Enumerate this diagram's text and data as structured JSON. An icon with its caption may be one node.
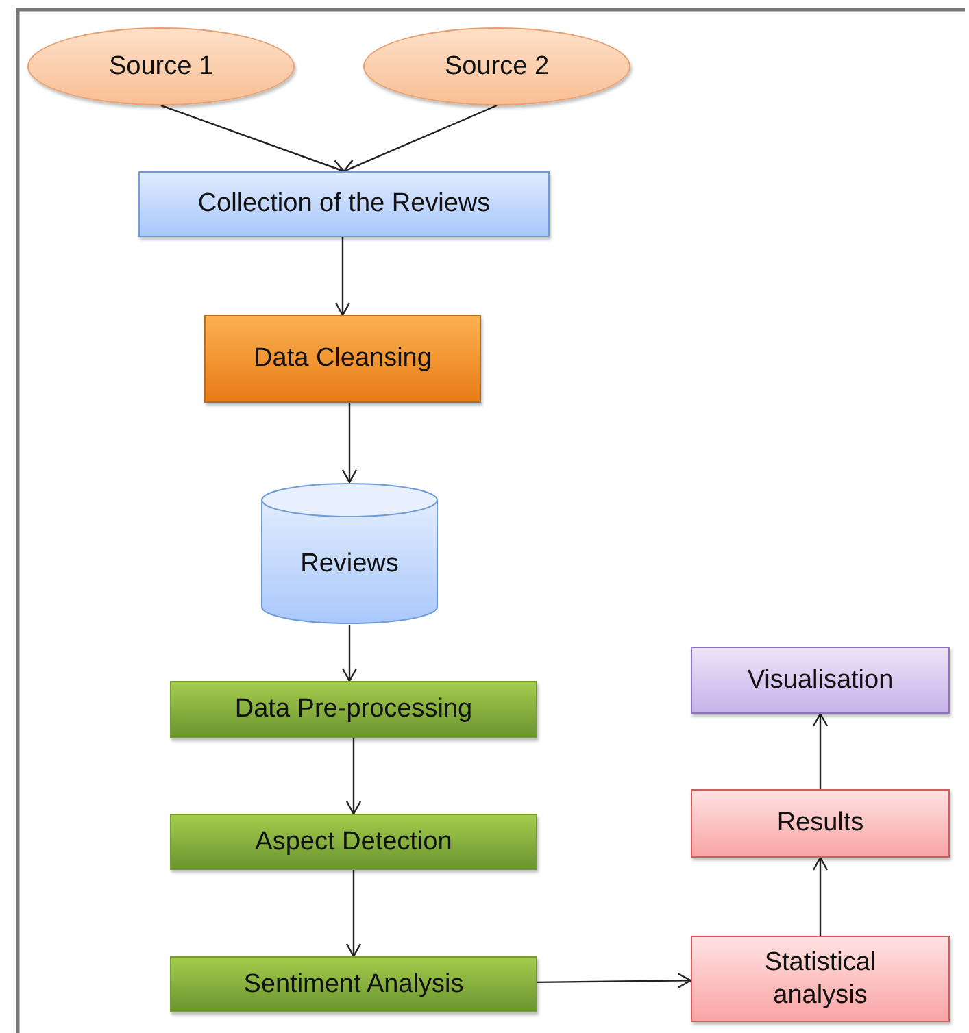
{
  "diagram": {
    "nodes": [
      {
        "text": [
          "Source 1"
        ]
      },
      {
        "text": [
          "Source 2"
        ]
      },
      {
        "text": [
          "Collection of the Reviews"
        ]
      },
      {
        "text": [
          "Data Cleansing"
        ]
      },
      {
        "text": [
          "Reviews"
        ]
      },
      {
        "text": [
          "Data Pre-processing"
        ]
      },
      {
        "text": [
          "Aspect Detection"
        ]
      },
      {
        "text": [
          "Sentiment Analysis"
        ]
      },
      {
        "text": [
          "Visualisation"
        ]
      },
      {
        "text": [
          "Results"
        ]
      },
      {
        "text": [
          "Statistical analysis"
        ]
      }
    ],
    "edges": [
      {
        "from": 0,
        "to": 2,
        "arrow": "to"
      },
      {
        "from": 1,
        "to": 2,
        "arrow": "to"
      },
      {
        "from": 2,
        "to": 3,
        "arrow": "to"
      },
      {
        "from": 3,
        "to": 4,
        "arrow": "to"
      },
      {
        "from": 4,
        "to": 5,
        "arrow": "to"
      },
      {
        "from": 5,
        "to": 6,
        "arrow": "to"
      },
      {
        "from": 6,
        "to": 7,
        "arrow": "to"
      },
      {
        "from": 7,
        "to": 10,
        "arrow": "to"
      },
      {
        "from": 10,
        "to": 9,
        "arrow": "to"
      },
      {
        "from": 9,
        "to": 8,
        "arrow": "to"
      }
    ]
  }
}
